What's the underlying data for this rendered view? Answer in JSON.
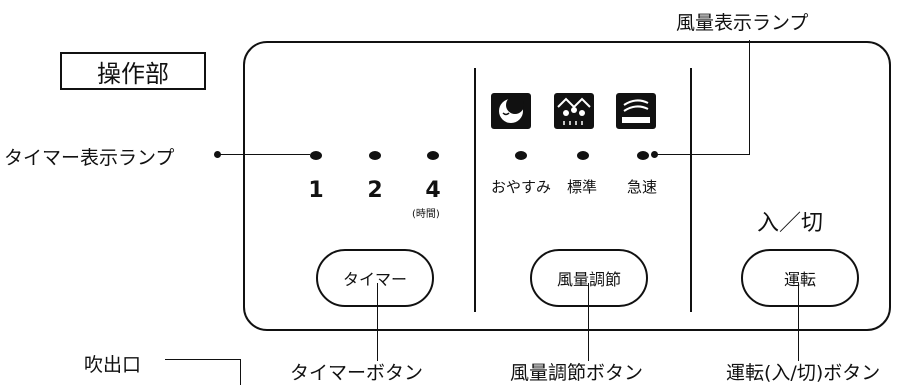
{
  "title": "操作部",
  "callouts": {
    "fan_lamp": "風量表示ランプ",
    "timer_lamp": "タイマー表示ランプ",
    "outlet": "吹出口",
    "timer_button": "タイマーボタン",
    "fan_button": "風量調節ボタン",
    "power_button": "運転(入/切)ボタン"
  },
  "timer": {
    "hours": [
      "1",
      "2",
      "4"
    ],
    "unit": "(時間)",
    "button_label": "タイマー"
  },
  "fan": {
    "modes": [
      {
        "label": "おやすみ",
        "icon": "sleep-icon"
      },
      {
        "label": "標準",
        "icon": "standard-icon"
      },
      {
        "label": "急速",
        "icon": "rapid-icon"
      }
    ],
    "button_label": "風量調節"
  },
  "power": {
    "heading": "入／切",
    "button_label": "運転"
  }
}
